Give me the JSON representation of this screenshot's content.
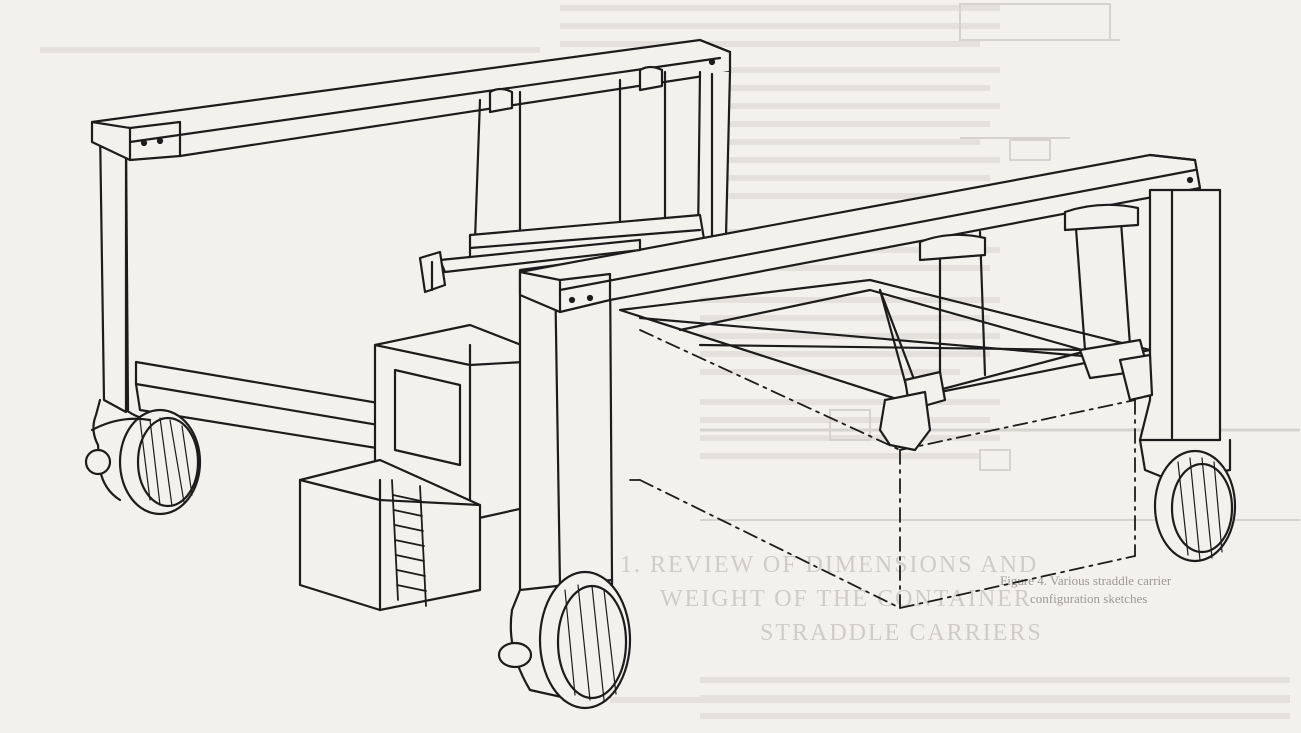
{
  "page": {
    "background": "#f3f1ee",
    "ink": "#1c1c1c",
    "ghost_ink": "#c9c6c2"
  },
  "ghost_text": {
    "top_right_label": "",
    "body_paragraphs": [],
    "heading_lines": [
      "1. REVIEW OF DIMENSIONS AND",
      "WEIGHT OF THE CONTAINER",
      "STRADDLE CARRIERS"
    ],
    "caption_lines": [
      "Figure 4. Various straddle carrier",
      "configuration sketches"
    ],
    "footer_paragraph": ""
  },
  "illustration": {
    "subject": "straddle-carrier-line-drawing",
    "parts": [
      "top-beam-rear",
      "top-beam-front",
      "left-leg-frame",
      "right-leg-frame",
      "engine-cabin",
      "ladder",
      "spreader-frame",
      "wheel-rear-left",
      "wheel-front-left",
      "wheel-front-right",
      "container-outline-dashed"
    ]
  }
}
